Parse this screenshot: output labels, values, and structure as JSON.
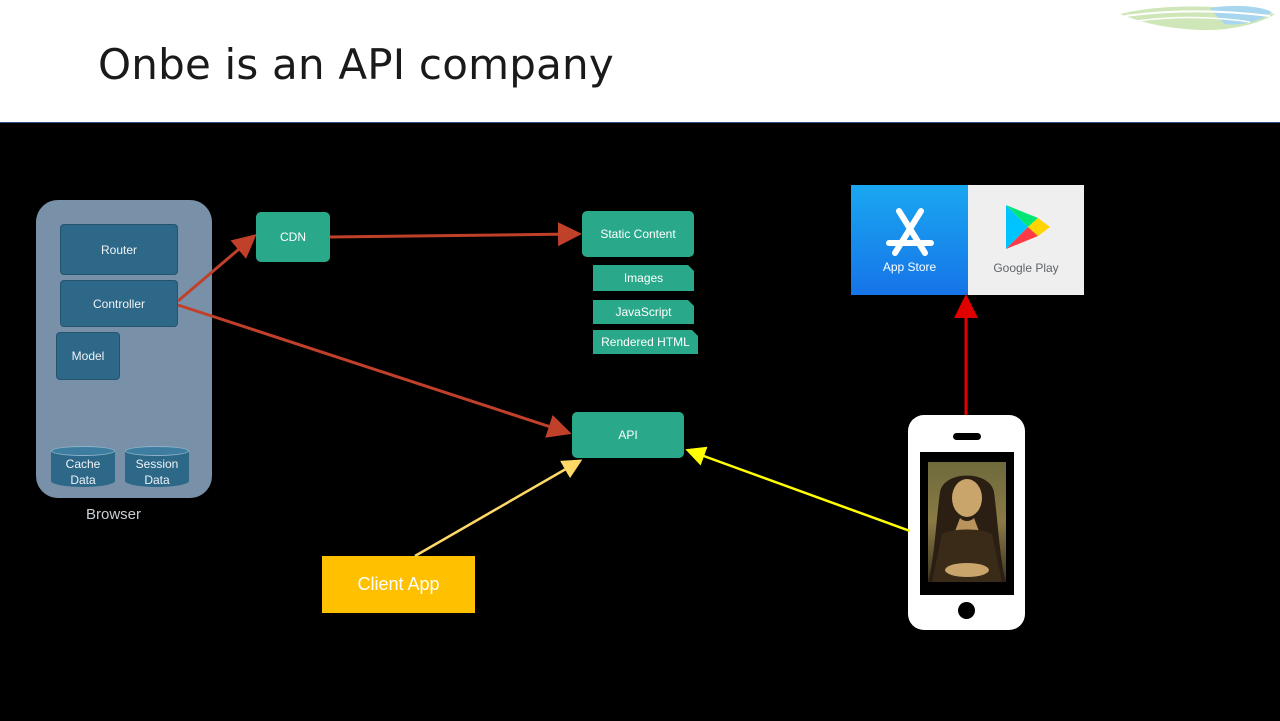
{
  "slide": {
    "title": "Onbe is an API company"
  },
  "browser": {
    "caption": "Browser",
    "router": "Router",
    "controller": "Controller",
    "model": "Model",
    "cache": [
      "Cache",
      "Data"
    ],
    "session": [
      "Session",
      "Data"
    ]
  },
  "nodes": {
    "cdn": "CDN",
    "static_content": "Static Content",
    "images": "Images",
    "javascript": "JavaScript",
    "rendered_html": "Rendered HTML",
    "api": "API",
    "client_app": "Client App"
  },
  "stores": {
    "app_store": "App Store",
    "google_play": "Google Play"
  },
  "colors": {
    "canvas": "#000000",
    "browser_container": "#7891a9",
    "browser_box": "#2e6888",
    "service_box": "#2aa98a",
    "client_app": "#ffc000",
    "arrow_controller": "#c0402a",
    "arrow_phone_store": "#e00000",
    "arrow_client_api": "#ffd966",
    "arrow_phone_api": "#ffff00"
  }
}
